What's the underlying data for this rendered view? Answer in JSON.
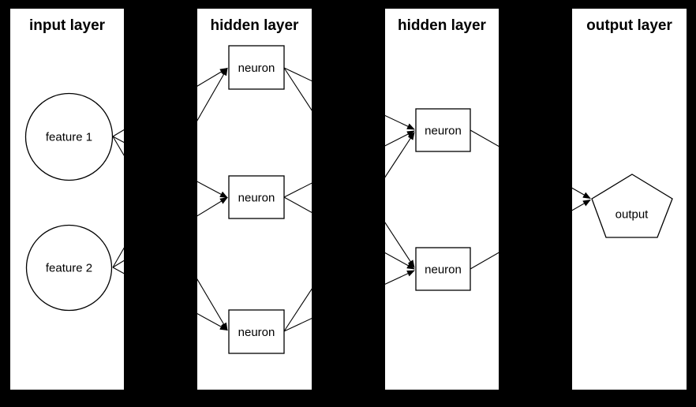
{
  "diagram_type": "neural-network",
  "colors": {
    "background": "#000000",
    "panel_fill": "#ffffff",
    "stroke": "#000000",
    "text": "#000000"
  },
  "layers": [
    {
      "title": "input layer",
      "nodes": [
        {
          "label": "feature 1",
          "shape": "circle"
        },
        {
          "label": "feature 2",
          "shape": "circle"
        }
      ]
    },
    {
      "title": "hidden layer",
      "nodes": [
        {
          "label": "neuron",
          "shape": "rect"
        },
        {
          "label": "neuron",
          "shape": "rect"
        },
        {
          "label": "neuron",
          "shape": "rect"
        }
      ]
    },
    {
      "title": "hidden layer",
      "nodes": [
        {
          "label": "neuron",
          "shape": "rect"
        },
        {
          "label": "neuron",
          "shape": "rect"
        }
      ]
    },
    {
      "title": "output layer",
      "nodes": [
        {
          "label": "output",
          "shape": "pentagon"
        }
      ]
    }
  ],
  "connections": [
    {
      "from": "input.feature-1",
      "to": "hidden1.neuron-1"
    },
    {
      "from": "input.feature-1",
      "to": "hidden1.neuron-2"
    },
    {
      "from": "input.feature-1",
      "to": "hidden1.neuron-3"
    },
    {
      "from": "input.feature-2",
      "to": "hidden1.neuron-1"
    },
    {
      "from": "input.feature-2",
      "to": "hidden1.neuron-2"
    },
    {
      "from": "input.feature-2",
      "to": "hidden1.neuron-3"
    },
    {
      "from": "hidden1.neuron-1",
      "to": "hidden2.neuron-1"
    },
    {
      "from": "hidden1.neuron-1",
      "to": "hidden2.neuron-2"
    },
    {
      "from": "hidden1.neuron-2",
      "to": "hidden2.neuron-1"
    },
    {
      "from": "hidden1.neuron-2",
      "to": "hidden2.neuron-2"
    },
    {
      "from": "hidden1.neuron-3",
      "to": "hidden2.neuron-1"
    },
    {
      "from": "hidden1.neuron-3",
      "to": "hidden2.neuron-2"
    },
    {
      "from": "hidden2.neuron-1",
      "to": "output.output"
    },
    {
      "from": "hidden2.neuron-2",
      "to": "output.output"
    }
  ]
}
